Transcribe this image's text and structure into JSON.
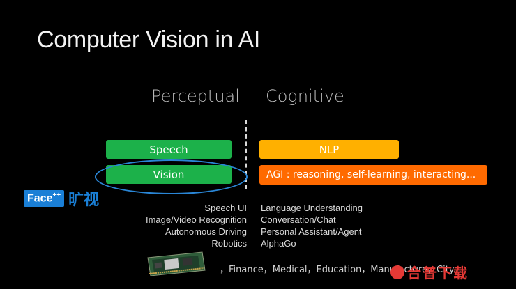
{
  "slide": {
    "title": "Computer Vision in AI",
    "columns": {
      "left": "Perceptual",
      "right": "Cognitive"
    },
    "left_bars": [
      {
        "label": "Speech",
        "color": "#1cb14a"
      },
      {
        "label": "Vision",
        "color": "#1cb14a",
        "highlighted": true
      }
    ],
    "right_bars": [
      {
        "label": "NLP",
        "color": "#ffb000"
      },
      {
        "label": "AGI : reasoning, self-learning, interacting...",
        "color": "#ff6a00"
      }
    ],
    "logo": {
      "brand": "Face",
      "superscript": "++",
      "chinese": "旷视"
    },
    "perceptual_list": [
      "Speech UI",
      "Image/Video Recognition",
      "Autonomous Driving",
      "Robotics"
    ],
    "cognitive_list": [
      "Language Understanding",
      "Conversation/Chat",
      "Personal Assistant/Agent",
      "AlphaGo"
    ],
    "industries": "，Finance，Medical，Education，Manufacture，City...",
    "watermark": "合普下载",
    "icons": [
      "circuit-board-icon",
      "watermark-logo-icon"
    ]
  }
}
